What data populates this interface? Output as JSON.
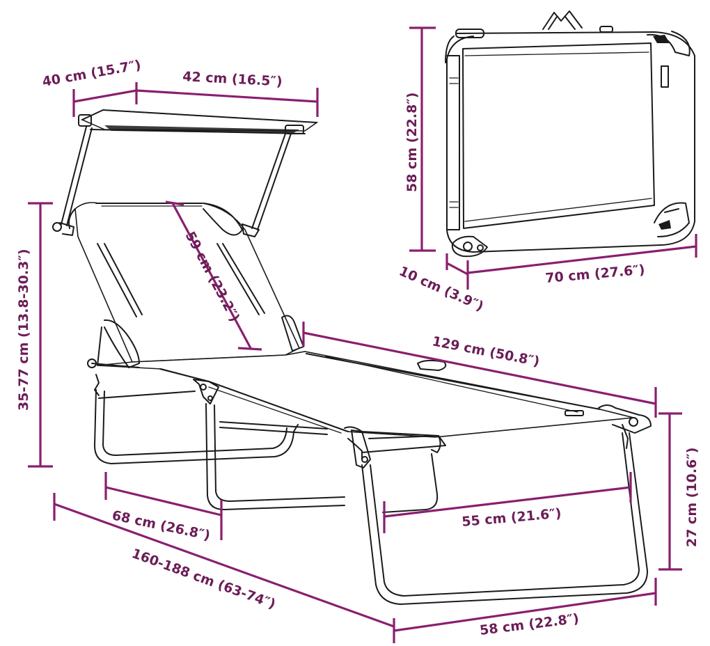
{
  "dimensions": {
    "canopy_depth": "40 cm (15.7″)",
    "canopy_width": "42 cm (16.5″)",
    "backrest_length": "59 cm (23.2″)",
    "height_range": "35-77 cm (13.8-30.3″)",
    "seat_length": "129 cm (50.8″)",
    "seat_height": "27 cm (10.6″)",
    "leg_span": "68 cm (26.8″)",
    "inner_width": "55 cm (21.6″)",
    "total_length": "160-188 cm (63-74″)",
    "total_width": "58 cm (22.8″)",
    "folded_height": "58 cm (22.8″)",
    "folded_thickness": "10 cm (3.9″)",
    "folded_length": "70 cm (27.6″)"
  },
  "colors": {
    "dimension_accent": "#8a1f6f",
    "dimension_text": "#6b1d57",
    "drawing_stroke": "#1a1a1a"
  }
}
